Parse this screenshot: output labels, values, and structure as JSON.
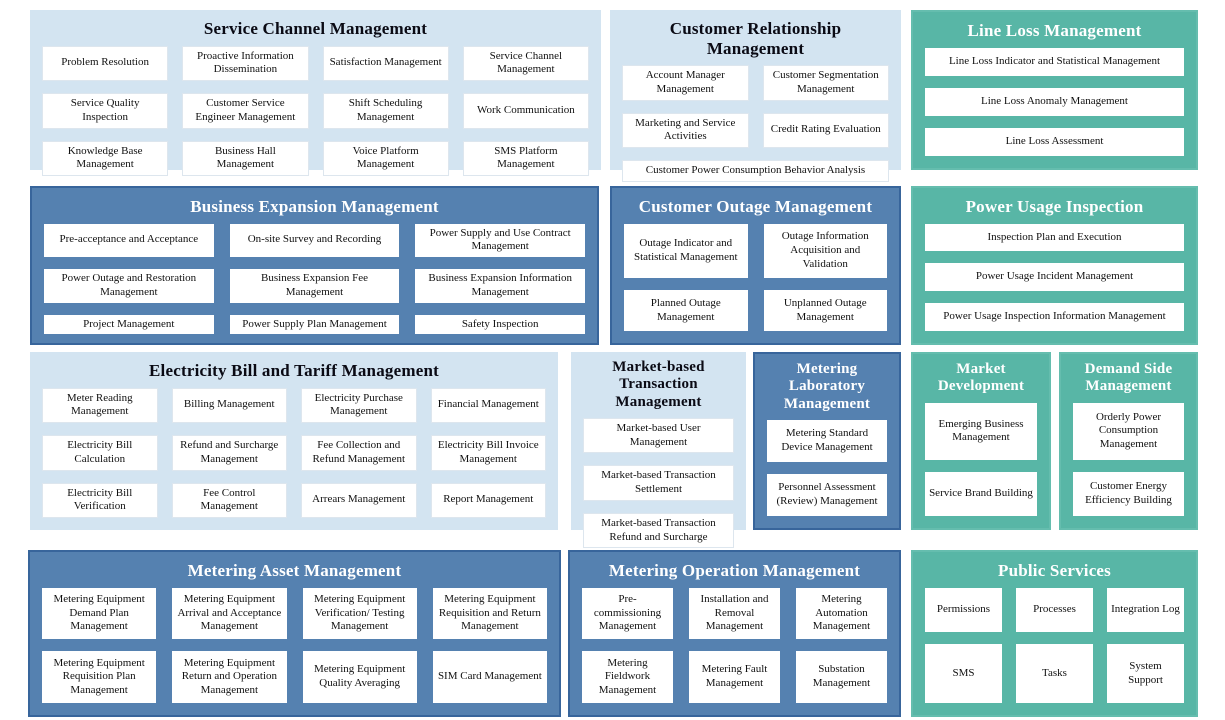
{
  "colors": {
    "light_panel_bg": "#d3e4f1",
    "blue_panel_bg": "#5581b0",
    "blue_panel_border": "#38659b",
    "teal_panel_bg": "#58b6a6",
    "item_box_bg": "#ffffff",
    "title_on_light": "#0a0a14",
    "title_on_color": "#ffffff"
  },
  "panels": [
    {
      "id": "service-channel-management",
      "title": "Service Channel Management",
      "style": "light",
      "columns": 4,
      "items": [
        "Problem Resolution",
        "Proactive Information Dissemination",
        "Satisfaction Management",
        "Service Channel Management",
        "Service Quality Inspection",
        "Customer Service Engineer Management",
        "Shift Scheduling Management",
        "Work Communication",
        "Knowledge Base Management",
        "Business Hall Management",
        "Voice Platform Management",
        "SMS Platform Management"
      ]
    },
    {
      "id": "customer-relationship-management",
      "title": "Customer Relationship Management",
      "style": "light",
      "columns": 2,
      "items": [
        "Account Manager Management",
        "Customer Segmentation Management",
        "Marketing and Service Activities",
        "Credit Rating Evaluation",
        {
          "label": "Customer Power Consumption Behavior Analysis",
          "span": 2
        }
      ]
    },
    {
      "id": "line-loss-management",
      "title": "Line Loss Management",
      "style": "teal",
      "columns": 1,
      "items": [
        "Line Loss Indicator and Statistical Management",
        "Line Loss Anomaly Management",
        "Line Loss Assessment"
      ]
    },
    {
      "id": "business-expansion-management",
      "title": "Business Expansion Management",
      "style": "blue",
      "columns": 3,
      "items": [
        "Pre-acceptance and Acceptance",
        "On-site Survey and Recording",
        "Power Supply and Use Contract Management",
        "Power Outage and Restoration Management",
        "Business Expansion Fee Management",
        "Business Expansion Information Management",
        "Project Management",
        "Power Supply Plan Management",
        "Safety Inspection"
      ]
    },
    {
      "id": "customer-outage-management",
      "title": "Customer Outage Management",
      "style": "blue",
      "columns": 2,
      "items": [
        "Outage Indicator and Statistical Management",
        "Outage Information Acquisition and Validation",
        "Planned Outage Management",
        "Unplanned Outage Management"
      ]
    },
    {
      "id": "power-usage-inspection",
      "title": "Power Usage Inspection",
      "style": "teal",
      "columns": 1,
      "items": [
        "Inspection Plan and Execution",
        "Power Usage Incident Management",
        "Power Usage Inspection Information Management"
      ]
    },
    {
      "id": "electricity-bill-and-tariff-management",
      "title": "Electricity Bill and Tariff Management",
      "style": "light",
      "columns": 4,
      "items": [
        "Meter Reading Management",
        "Billing Management",
        "Electricity Purchase Management",
        "Financial Management",
        "Electricity Bill Calculation",
        "Refund and Surcharge Management",
        "Fee Collection and Refund Management",
        "Electricity Bill Invoice Management",
        "Electricity Bill Verification",
        "Fee Control Management",
        "Arrears Management",
        "Report Management"
      ]
    },
    {
      "id": "market-based-transaction-management",
      "title": "Market-based Transaction Management",
      "style": "light small",
      "columns": 1,
      "items": [
        "Market-based User Management",
        "Market-based Transaction Settlement",
        "Market-based Transaction Refund and Surcharge"
      ]
    },
    {
      "id": "metering-laboratory-management",
      "title": "Metering Laboratory Management",
      "style": "blue small",
      "columns": 1,
      "items": [
        "Metering Standard Device Management",
        "Personnel Assessment (Review) Management"
      ]
    },
    {
      "id": "market-development",
      "title": "Market Development",
      "style": "teal small",
      "columns": 1,
      "items": [
        "Emerging Business Management",
        "Service Brand Building"
      ]
    },
    {
      "id": "demand-side-management",
      "title": "Demand Side Management",
      "style": "teal small",
      "columns": 1,
      "items": [
        "Orderly Power Consumption Management",
        "Customer Energy Efficiency Building"
      ]
    },
    {
      "id": "metering-asset-management",
      "title": "Metering Asset Management",
      "style": "blue",
      "columns": 4,
      "items": [
        "Metering Equipment Demand Plan Management",
        "Metering Equipment Arrival and Acceptance Management",
        "Metering Equipment Verification/ Testing Management",
        "Metering Equipment Requisition and Return Management",
        "Metering Equipment Requisition Plan Management",
        "Metering Equipment Return and Operation Management",
        "Metering Equipment Quality Averaging",
        "SIM Card Management"
      ]
    },
    {
      "id": "metering-operation-management",
      "title": "Metering Operation Management",
      "style": "blue",
      "columns": 3,
      "items": [
        "Pre-commissioning Management",
        "Installation and Removal Management",
        "Metering Automation Management",
        "Metering Fieldwork Management",
        "Metering Fault Management",
        "Substation Management"
      ]
    },
    {
      "id": "public-services",
      "title": "Public Services",
      "style": "teal",
      "columns": 3,
      "items": [
        "Permissions",
        "Processes",
        "Integration Log",
        "SMS",
        "Tasks",
        "System Support"
      ]
    }
  ]
}
